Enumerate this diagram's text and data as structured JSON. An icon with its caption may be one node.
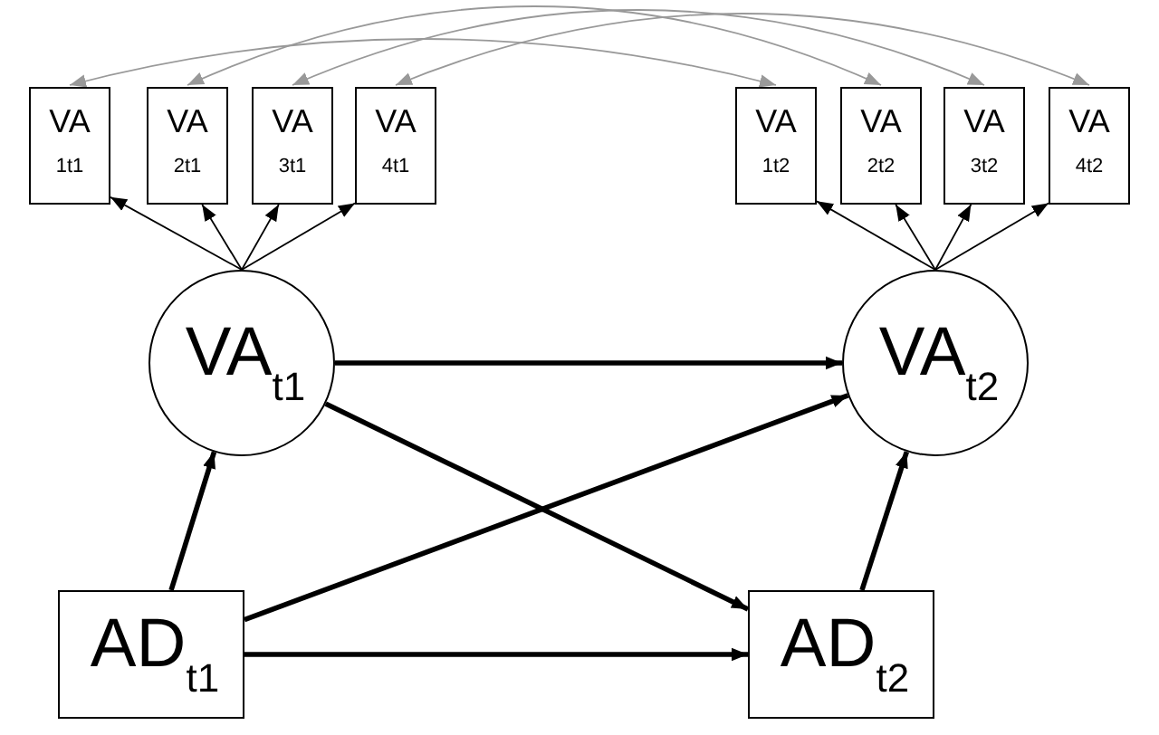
{
  "diagram": {
    "nodes": [
      {
        "text": [
          "VA",
          "1t1"
        ]
      },
      {
        "text": [
          "VA",
          "2t1"
        ]
      },
      {
        "text": [
          "VA",
          "3t1"
        ]
      },
      {
        "text": [
          "VA",
          "4t1"
        ]
      },
      {
        "text": [
          "VA",
          "1t2"
        ]
      },
      {
        "text": [
          "VA",
          "2t2"
        ]
      },
      {
        "text": [
          "VA",
          "3t2"
        ]
      },
      {
        "text": [
          "VA",
          "4t2"
        ]
      },
      {
        "text": [
          "VA$_{t1}$"
        ]
      },
      {
        "text": [
          "VA$_{t2}$"
        ]
      },
      {
        "text": [
          "AD$_{t1}$"
        ]
      },
      {
        "text": [
          "AD$_{t2}$"
        ]
      }
    ],
    "edges": [
      {
        "from": 8,
        "to": 0,
        "arrow": "to"
      },
      {
        "from": 8,
        "to": 1,
        "arrow": "to"
      },
      {
        "from": 8,
        "to": 2,
        "arrow": "to"
      },
      {
        "from": 8,
        "to": 3,
        "arrow": "to"
      },
      {
        "from": 9,
        "to": 4,
        "arrow": "to"
      },
      {
        "from": 9,
        "to": 5,
        "arrow": "to"
      },
      {
        "from": 9,
        "to": 6,
        "arrow": "to"
      },
      {
        "from": 9,
        "to": 7,
        "arrow": "to"
      },
      {
        "from": 10,
        "to": 8,
        "arrow": "to",
        "style": "thick"
      },
      {
        "from": 8,
        "to": 9,
        "arrow": "to",
        "style": "thick"
      },
      {
        "from": 8,
        "to": 11,
        "arrow": "to",
        "style": "thick"
      },
      {
        "from": 10,
        "to": 9,
        "arrow": "to",
        "style": "thick"
      },
      {
        "from": 10,
        "to": 11,
        "arrow": "to",
        "style": "thick"
      },
      {
        "from": 11,
        "to": 9,
        "arrow": "to",
        "style": "thick"
      },
      {
        "from": 0,
        "to": 4,
        "arrow": "both",
        "color": "#999999"
      },
      {
        "from": 1,
        "to": 5,
        "arrow": "both",
        "color": "#999999"
      },
      {
        "from": 2,
        "to": 6,
        "arrow": "both",
        "color": "#999999"
      },
      {
        "from": 3,
        "to": 7,
        "arrow": "both",
        "color": "#999999"
      }
    ]
  }
}
